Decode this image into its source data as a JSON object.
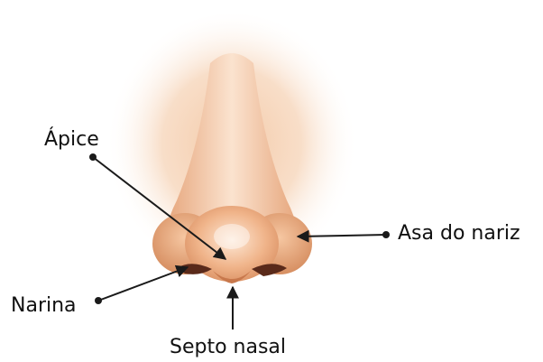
{
  "diagram": {
    "labels": {
      "apice": "Ápice",
      "asa": "Asa do nariz",
      "narina": "Narina",
      "septo": "Septo nasal"
    },
    "colors": {
      "skin": "#e9a97e",
      "skin_light": "#f7d6b9",
      "glow": "#f3c9a6",
      "nostril": "#5a2a1a",
      "leader": "#1a1a1a"
    }
  }
}
